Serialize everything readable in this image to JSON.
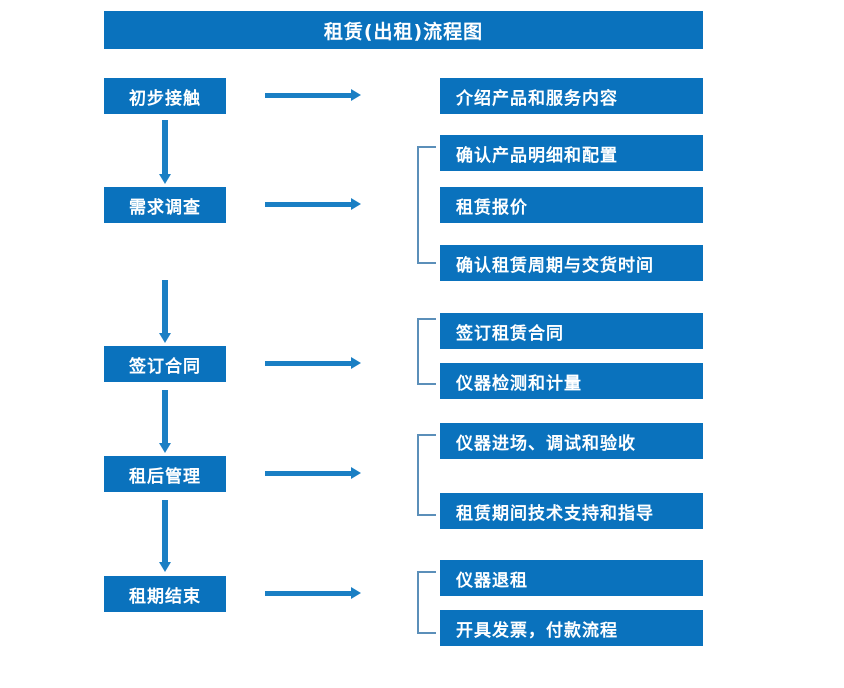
{
  "title": "租赁(出租)流程图",
  "colors": {
    "box_fill": "#0a72bd",
    "box_text": "#ffffff",
    "arrow": "#1a7fc4",
    "bracket": "#5b8fb9",
    "background": "#ffffff"
  },
  "stages": [
    {
      "id": "stage-1",
      "label": "初步接触"
    },
    {
      "id": "stage-2",
      "label": "需求调查"
    },
    {
      "id": "stage-3",
      "label": "签订合同"
    },
    {
      "id": "stage-4",
      "label": "租后管理"
    },
    {
      "id": "stage-5",
      "label": "租期结束"
    }
  ],
  "details": [
    {
      "id": "detail-1-1",
      "label": "介绍产品和服务内容"
    },
    {
      "id": "detail-2-1",
      "label": "确认产品明细和配置"
    },
    {
      "id": "detail-2-2",
      "label": "租赁报价"
    },
    {
      "id": "detail-2-3",
      "label": "确认租赁周期与交货时间"
    },
    {
      "id": "detail-3-1",
      "label": "签订租赁合同"
    },
    {
      "id": "detail-3-2",
      "label": "仪器检测和计量"
    },
    {
      "id": "detail-4-1",
      "label": "仪器进场、调试和验收"
    },
    {
      "id": "detail-4-2",
      "label": "租赁期间技术支持和指导"
    },
    {
      "id": "detail-5-1",
      "label": "仪器退租"
    },
    {
      "id": "detail-5-2",
      "label": "开具发票，付款流程"
    }
  ],
  "chart_data": {
    "type": "diagram",
    "diagram_kind": "flowchart",
    "title": "租赁(出租)流程图",
    "orientation": "vertical-main-with-horizontal-branches",
    "main_flow": [
      "初步接触",
      "需求调查",
      "签订合同",
      "租后管理",
      "租期结束"
    ],
    "branches": [
      {
        "stage": "初步接触",
        "items": [
          "介绍产品和服务内容"
        ],
        "bracketed": false
      },
      {
        "stage": "需求调查",
        "items": [
          "确认产品明细和配置",
          "租赁报价",
          "确认租赁周期与交货时间"
        ],
        "bracketed": true
      },
      {
        "stage": "签订合同",
        "items": [
          "签订租赁合同",
          "仪器检测和计量"
        ],
        "bracketed": true
      },
      {
        "stage": "租后管理",
        "items": [
          "仪器进场、调试和验收",
          "租赁期间技术支持和指导"
        ],
        "bracketed": true
      },
      {
        "stage": "租期结束",
        "items": [
          "仪器退租",
          "开具发票，付款流程"
        ],
        "bracketed": true
      }
    ],
    "connector_arrows": {
      "vertical_count": 4,
      "horizontal_count": 5
    }
  }
}
